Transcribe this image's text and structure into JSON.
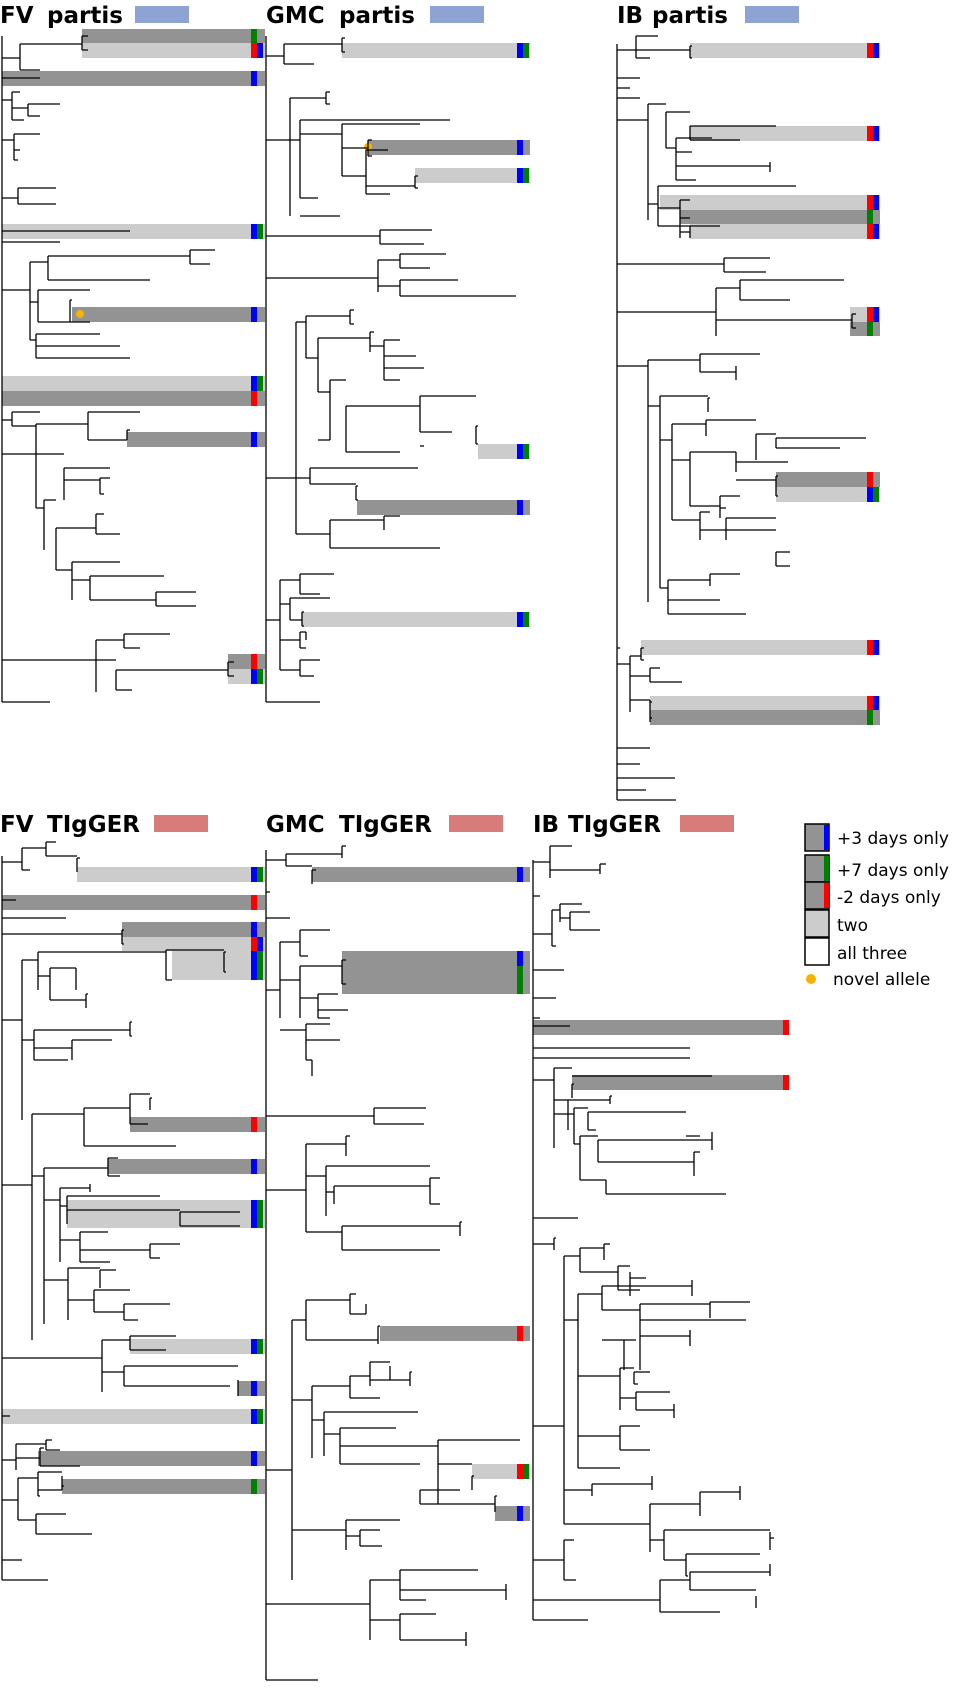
{
  "colors": {
    "partis_swatch": "#8fa2d4",
    "tigger_swatch": "#d77b7b",
    "dark_bar": "#939393",
    "light_bar": "#cccccc",
    "blue": "#0000ff",
    "red": "#ff0000",
    "green": "#008000",
    "novel": "#f5b400",
    "line": "#000000"
  },
  "panels": [
    {
      "id": "fv-partis",
      "dataset": "FV",
      "method": "partis",
      "swatch": "partis"
    },
    {
      "id": "gmc-partis",
      "dataset": "GMC",
      "method": "partis",
      "swatch": "partis"
    },
    {
      "id": "ib-partis",
      "dataset": "IB",
      "method": "partis",
      "swatch": "partis"
    },
    {
      "id": "fv-tigger",
      "dataset": "FV",
      "method": "TIgGER",
      "swatch": "tigger"
    },
    {
      "id": "gmc-tigger",
      "dataset": "GMC",
      "method": "TIgGER",
      "swatch": "tigger"
    },
    {
      "id": "ib-tigger",
      "dataset": "IB",
      "method": "TIgGER",
      "swatch": "tigger"
    }
  ],
  "legend": {
    "items": [
      {
        "label": "+3 days only",
        "fill": "dark",
        "stripe": "blue"
      },
      {
        "label": "+7 days only",
        "fill": "dark",
        "stripe": "green"
      },
      {
        "label": "-2 days only",
        "fill": "dark",
        "stripe": "red"
      },
      {
        "label": "two",
        "fill": "light",
        "stripe": null
      },
      {
        "label": "all three",
        "fill": "white",
        "stripe": null
      }
    ],
    "novel_label": "novel allele"
  }
}
